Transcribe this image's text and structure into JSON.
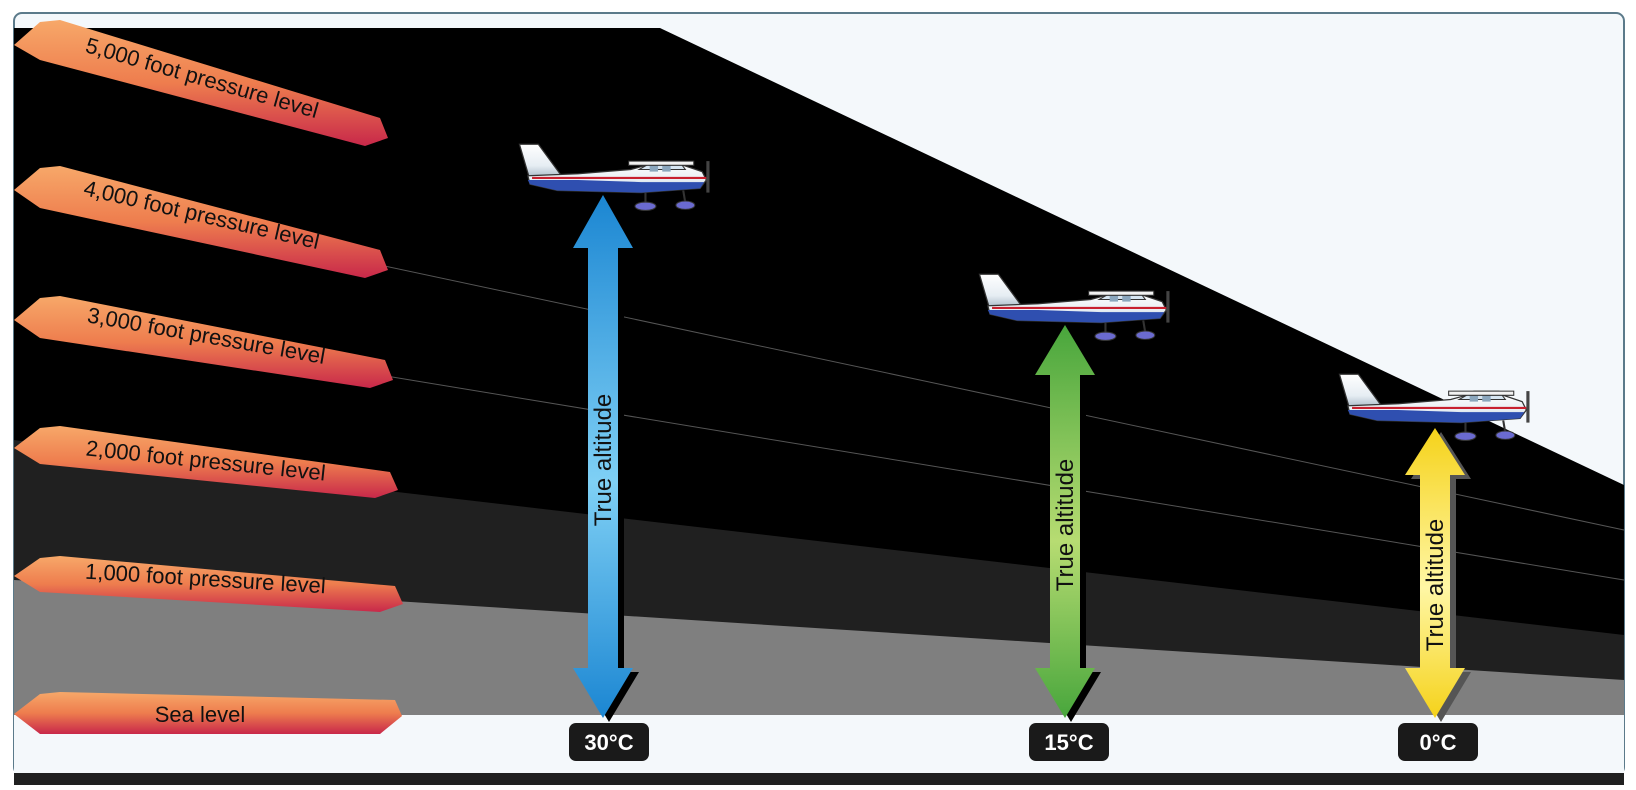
{
  "pressure_levels": [
    {
      "label": "5,000 foot pressure level"
    },
    {
      "label": "4,000 foot pressure level"
    },
    {
      "label": "3,000 foot pressure level"
    },
    {
      "label": "2,000 foot pressure level"
    },
    {
      "label": "1,000 foot pressure level"
    },
    {
      "label": "Sea level"
    }
  ],
  "columns": [
    {
      "temperature": "30°C",
      "arrow_label": "True altitude",
      "arrow_color": "#2f93d6",
      "arrow_color_light": "#8fd3f6"
    },
    {
      "temperature": "15°C",
      "arrow_label": "True altitude",
      "arrow_color": "#4ea83a",
      "arrow_color_light": "#a8d36a"
    },
    {
      "temperature": "0°C",
      "arrow_label": "True altitude",
      "arrow_color": "#f1d21f",
      "arrow_color_light": "#fff59a"
    }
  ],
  "colors": {
    "background": "#f4f8fb",
    "frame": "#5b7a8a",
    "band_top": "#000000",
    "band_mid": "#202020",
    "band_bottom": "#7f7f7f",
    "label_orange": "#f08b55",
    "label_red": "#c8284a",
    "temp_badge": "#1a1a1a"
  }
}
